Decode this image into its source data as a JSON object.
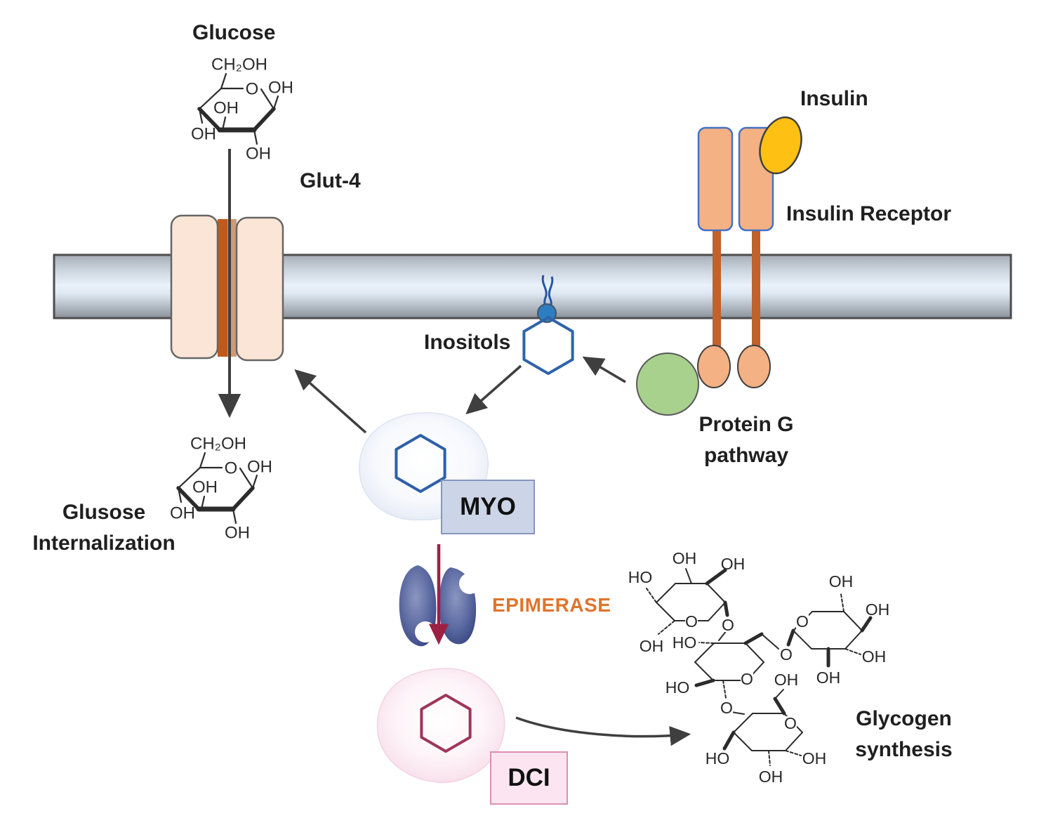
{
  "labels": {
    "glucose": "Glucose",
    "glut4": "Glut-4",
    "insulin": "Insulin",
    "insulin_receptor": "Insulin Receptor",
    "inositols": "Inositols",
    "protein_g_line1": "Protein G",
    "protein_g_line2": "pathway",
    "myo": "MYO",
    "epimerase": "EPIMERASE",
    "dci": "DCI",
    "internalization_line1": "Glusose",
    "internalization_line2": "Internalization",
    "glycogen_line1": "Glycogen",
    "glycogen_line2": "synthesis"
  },
  "molecules": {
    "glucose_top": {
      "labels": [
        "CH₂OH",
        "O",
        "OH",
        "OH",
        "OH",
        "OH"
      ]
    },
    "glucose_internalized": {
      "labels": [
        "CH₂OH",
        "O",
        "OH",
        "OH",
        "OH",
        "OH"
      ]
    },
    "glycogen": {
      "labels": [
        "OH",
        "HO",
        "OH",
        "O",
        "OH",
        "O",
        "OH",
        "OH",
        "O",
        "OH",
        "OH",
        "O",
        "HO",
        "HO",
        "O",
        "O",
        "OH",
        "O",
        "HO",
        "OH",
        "OH"
      ]
    }
  },
  "colors": {
    "membrane_border": "#4d4d4d",
    "receptor_fill": "#f4b183",
    "receptor_border": "#4472c4",
    "receptor_stem": "#c0622c",
    "insulin_fill": "#fdc013",
    "protein_g_fill": "#a9d18e",
    "glut4_fill": "#fbe5d6",
    "channel_dark": "#c05a1a",
    "channel_light": "#d09a76",
    "inositol_blue": "#2e64a8",
    "dci_maroon": "#9e3558",
    "epimerase_text": "#e0752c",
    "myo_box_bg": "#ccd4e8",
    "dci_box_bg": "#fce5f0",
    "arrow_gray": "#3f3f3f",
    "arrow_maroon": "#9c2143"
  }
}
